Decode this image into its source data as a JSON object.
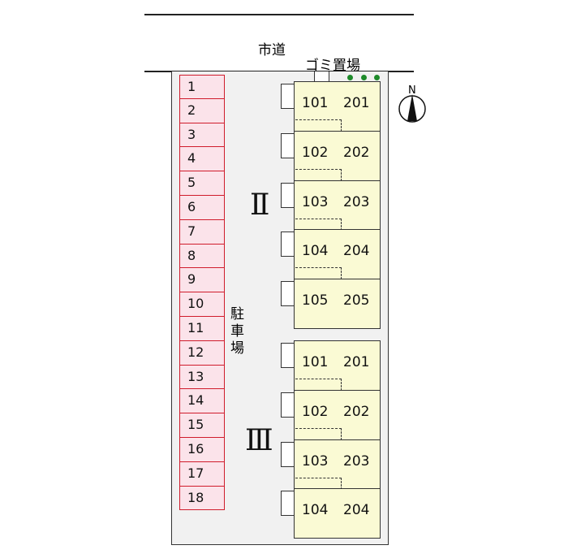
{
  "road_label": "市道",
  "garbage_label": "ゴミ置場",
  "north_label": "N",
  "parking_label": "駐車場",
  "parking_spaces": [
    "1",
    "2",
    "3",
    "4",
    "5",
    "6",
    "7",
    "8",
    "9",
    "10",
    "11",
    "12",
    "13",
    "14",
    "15",
    "16",
    "17",
    "18"
  ],
  "buildings": [
    {
      "name": "Ⅱ",
      "units": [
        [
          "101",
          "201"
        ],
        [
          "102",
          "202"
        ],
        [
          "103",
          "203"
        ],
        [
          "104",
          "204"
        ],
        [
          "105",
          "205"
        ]
      ]
    },
    {
      "name": "Ⅲ",
      "units": [
        [
          "101",
          "201"
        ],
        [
          "102",
          "202"
        ],
        [
          "103",
          "203"
        ],
        [
          "104",
          "204"
        ]
      ]
    }
  ],
  "colors": {
    "parking_fill": "#fbe3ea",
    "parking_border": "#d01c2c",
    "building_fill": "#fafad4",
    "tree": "#1e8a2a"
  }
}
